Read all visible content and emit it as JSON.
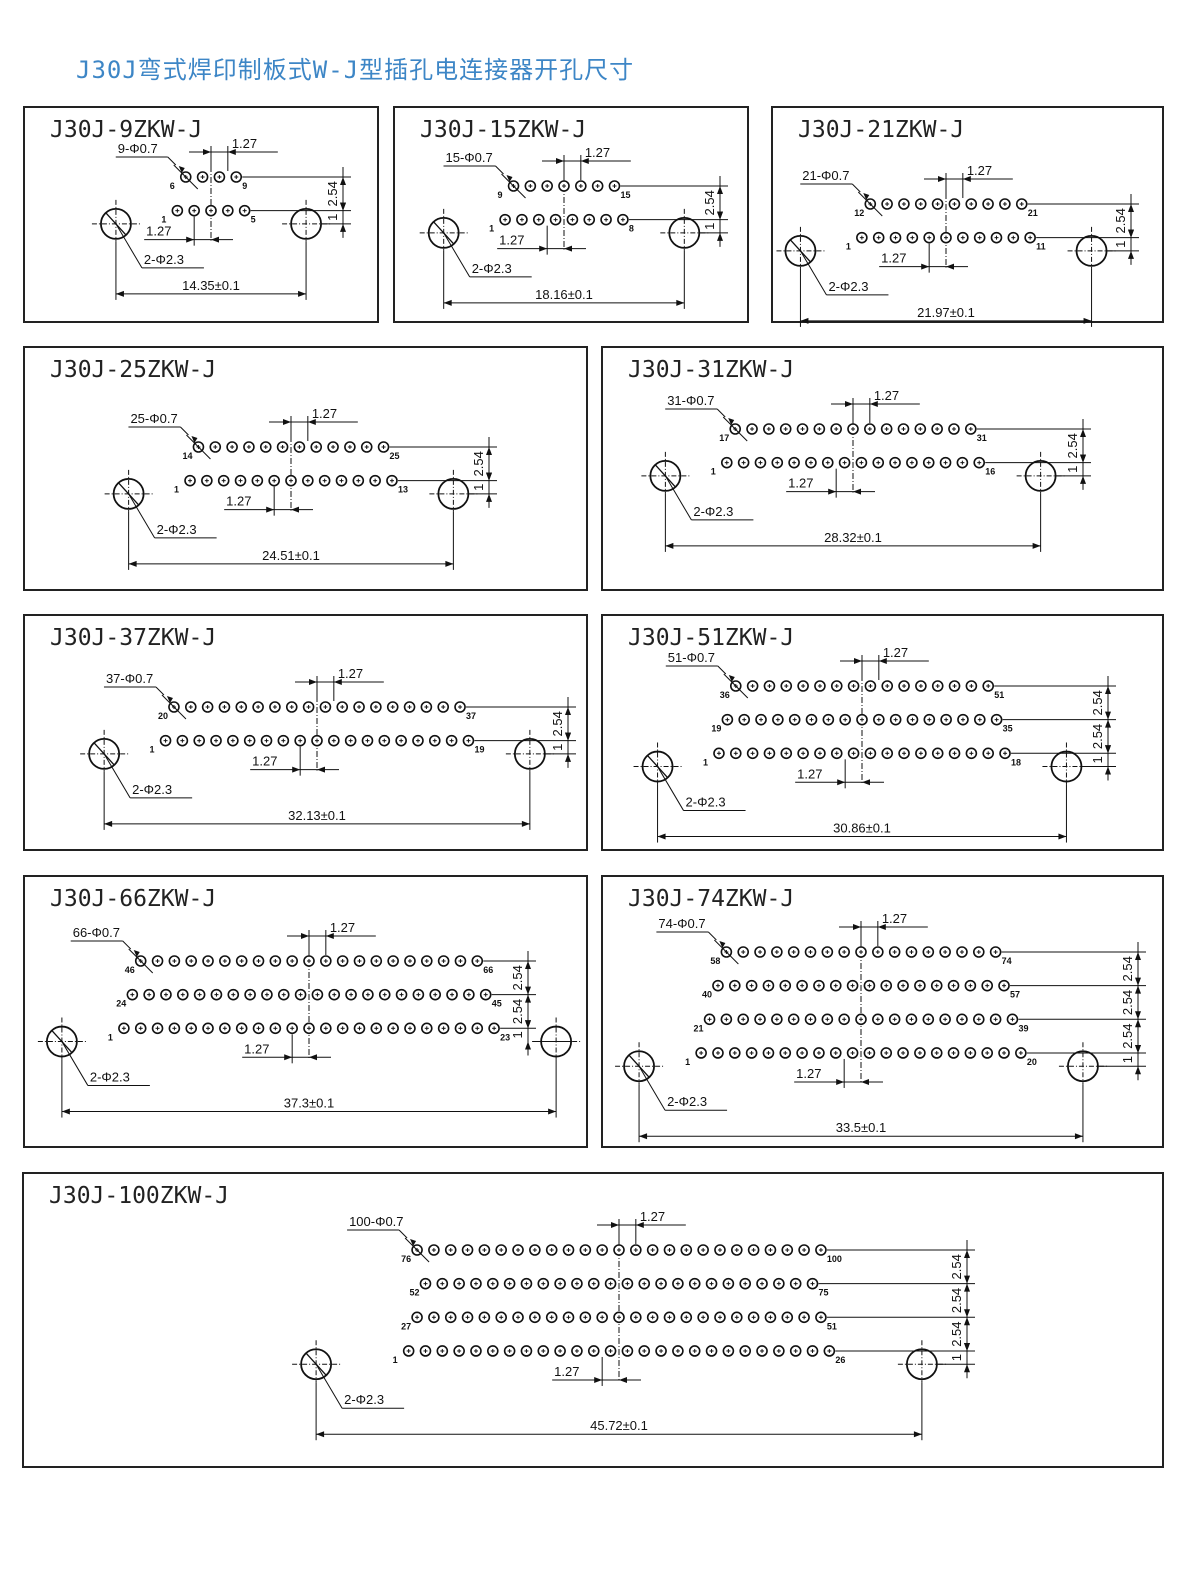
{
  "page_title": "J30J弯式焊印制板式W-J型插孔电连接器开孔尺寸",
  "colors": {
    "title": "#3d86c6",
    "line": "#111111"
  },
  "panels": [
    {
      "title": "J30J-9ZKW-J",
      "holes_label": "9-Φ0.7",
      "pitch": "1.27",
      "row_pitch": "2.54",
      "offset": "1",
      "mount_label": "2-Φ2.3",
      "span": "14.35±0.1",
      "rows": [
        {
          "count": 4,
          "start": "6",
          "end": "9"
        },
        {
          "count": 5,
          "start": "1",
          "end": "5"
        }
      ]
    },
    {
      "title": "J30J-15ZKW-J",
      "holes_label": "15-Φ0.7",
      "pitch": "1.27",
      "row_pitch": "2.54",
      "offset": "1",
      "mount_label": "2-Φ2.3",
      "span": "18.16±0.1",
      "rows": [
        {
          "count": 7,
          "start": "9",
          "end": "15"
        },
        {
          "count": 8,
          "start": "1",
          "end": "8"
        }
      ]
    },
    {
      "title": "J30J-21ZKW-J",
      "holes_label": "21-Φ0.7",
      "pitch": "1.27",
      "row_pitch": "2.54",
      "offset": "1",
      "mount_label": "2-Φ2.3",
      "span": "21.97±0.1",
      "rows": [
        {
          "count": 10,
          "start": "12",
          "end": "21"
        },
        {
          "count": 11,
          "start": "1",
          "end": "11"
        }
      ]
    },
    {
      "title": "J30J-25ZKW-J",
      "holes_label": "25-Φ0.7",
      "pitch": "1.27",
      "row_pitch": "2.54",
      "offset": "1",
      "mount_label": "2-Φ2.3",
      "span": "24.51±0.1",
      "rows": [
        {
          "count": 12,
          "start": "14",
          "end": "25"
        },
        {
          "count": 13,
          "start": "1",
          "end": "13"
        }
      ]
    },
    {
      "title": "J30J-31ZKW-J",
      "holes_label": "31-Φ0.7",
      "pitch": "1.27",
      "row_pitch": "2.54",
      "offset": "1",
      "mount_label": "2-Φ2.3",
      "span": "28.32±0.1",
      "rows": [
        {
          "count": 15,
          "start": "17",
          "end": "31"
        },
        {
          "count": 16,
          "start": "1",
          "end": "16"
        }
      ]
    },
    {
      "title": "J30J-37ZKW-J",
      "holes_label": "37-Φ0.7",
      "pitch": "1.27",
      "row_pitch": "2.54",
      "offset": "1",
      "mount_label": "2-Φ2.3",
      "span": "32.13±0.1",
      "rows": [
        {
          "count": 18,
          "start": "20",
          "end": "37"
        },
        {
          "count": 19,
          "start": "1",
          "end": "19"
        }
      ]
    },
    {
      "title": "J30J-51ZKW-J",
      "holes_label": "51-Φ0.7",
      "pitch": "1.27",
      "row_pitch": "2.54",
      "offset": "1",
      "mount_label": "2-Φ2.3",
      "span": "30.86±0.1",
      "rows": [
        {
          "count": 16,
          "start": "36",
          "end": "51"
        },
        {
          "count": 17,
          "start": "19",
          "end": "35"
        },
        {
          "count": 18,
          "start": "1",
          "end": "18"
        }
      ]
    },
    {
      "title": "J30J-66ZKW-J",
      "holes_label": "66-Φ0.7",
      "pitch": "1.27",
      "row_pitch": "2.54",
      "offset": "1",
      "mount_label": "2-Φ2.3",
      "span": "37.3±0.1",
      "rows": [
        {
          "count": 21,
          "start": "46",
          "end": "66"
        },
        {
          "count": 22,
          "start": "24",
          "end": "45"
        },
        {
          "count": 23,
          "start": "1",
          "end": "23"
        }
      ]
    },
    {
      "title": "J30J-74ZKW-J",
      "holes_label": "74-Φ0.7",
      "pitch": "1.27",
      "row_pitch": "2.54",
      "offset": "1",
      "mount_label": "2-Φ2.3",
      "span": "33.5±0.1",
      "rows": [
        {
          "count": 17,
          "start": "58",
          "end": "74"
        },
        {
          "count": 18,
          "start": "40",
          "end": "57"
        },
        {
          "count": 19,
          "start": "21",
          "end": "39"
        },
        {
          "count": 20,
          "start": "1",
          "end": "20"
        }
      ]
    },
    {
      "title": "J30J-100ZKW-J",
      "holes_label": "100-Φ0.7",
      "pitch": "1.27",
      "row_pitch": "2.54",
      "offset": "1",
      "mount_label": "2-Φ2.3",
      "span": "45.72±0.1",
      "rows": [
        {
          "count": 25,
          "start": "76",
          "end": "100"
        },
        {
          "count": 24,
          "start": "52",
          "end": "75"
        },
        {
          "count": 25,
          "start": "27",
          "end": "51"
        },
        {
          "count": 26,
          "start": "1",
          "end": "26"
        }
      ]
    }
  ]
}
